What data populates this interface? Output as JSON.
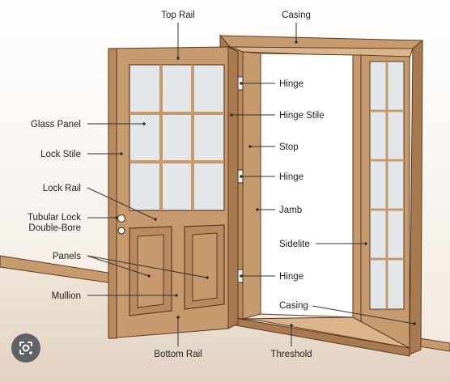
{
  "labels": {
    "top_rail": "Top Rail",
    "casing_top": "Casing",
    "glass_panel": "Glass Panel",
    "lock_stile": "Lock Stile",
    "lock_rail": "Lock Rail",
    "tubular_lock_1": "Tubular Lock",
    "tubular_lock_2": "Double-Bore",
    "panels": "Panels",
    "mullion": "Mullion",
    "bottom_rail": "Bottom Rail",
    "hinge_top": "Hinge",
    "hinge_stile": "Hinge Stile",
    "stop": "Stop",
    "hinge_mid": "Hinge",
    "jamb": "Jamb",
    "sidelite": "Sidelite",
    "hinge_bottom": "Hinge",
    "casing_bottom": "Casing",
    "threshold": "Threshold"
  },
  "colors": {
    "wood": "#c79a6e",
    "wood_dark": "#a9794f",
    "wood_light": "#dbb48c",
    "glass": "#e3e7ea",
    "wall": "#f2ebe4",
    "floor": "#e9ddd1",
    "outline": "#5a3a22"
  },
  "lens_icon": "google-lens-icon"
}
